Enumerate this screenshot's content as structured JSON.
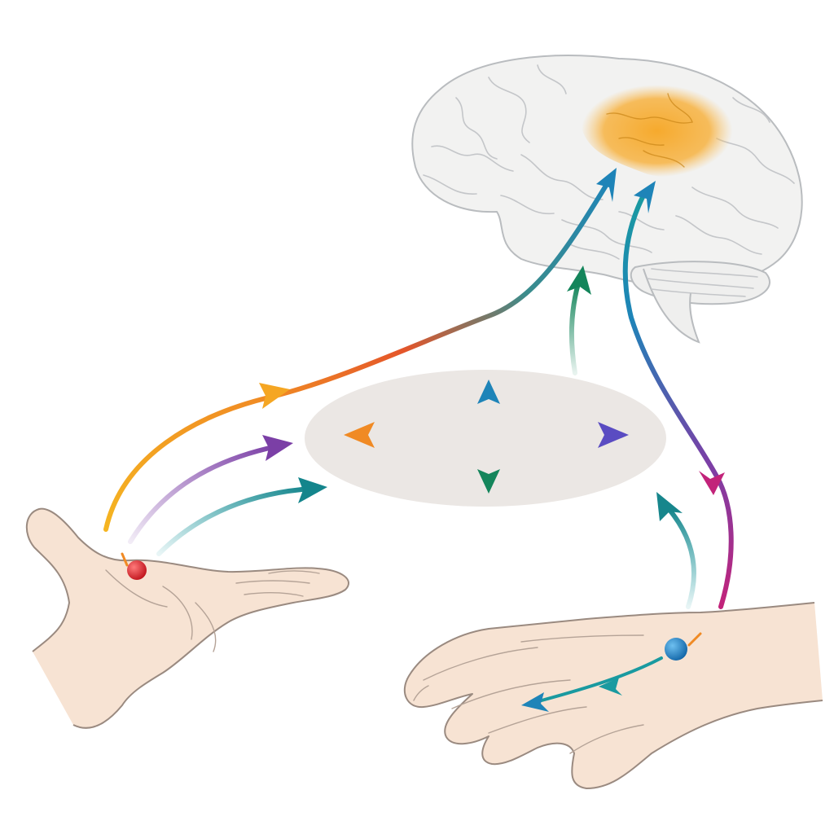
{
  "figure": {
    "description_text": "",
    "colors": {
      "background": "#ffffff",
      "brain_fill": "#f2f2f1",
      "brain_stroke": "#b9bcbf",
      "brain_highlight": "#f6a623",
      "skin": "#f7e3d3",
      "skin_stroke": "#9a8a80",
      "ellipse": "#ebe7e4",
      "dot_red": "#d91f26",
      "dot_blue": "#1d7fc2",
      "orange": "#f08a24",
      "yellow": "#f5b521",
      "purple": "#7b3fa6",
      "teal": "#1a9aa0",
      "blue": "#1e84b8",
      "green": "#14855b",
      "magenta": "#c2237a",
      "indigo": "#5a4cc2"
    },
    "icons": [
      "brain",
      "open-palm-hand",
      "back-of-hand",
      "stimulus-dot",
      "direction-cross"
    ]
  }
}
